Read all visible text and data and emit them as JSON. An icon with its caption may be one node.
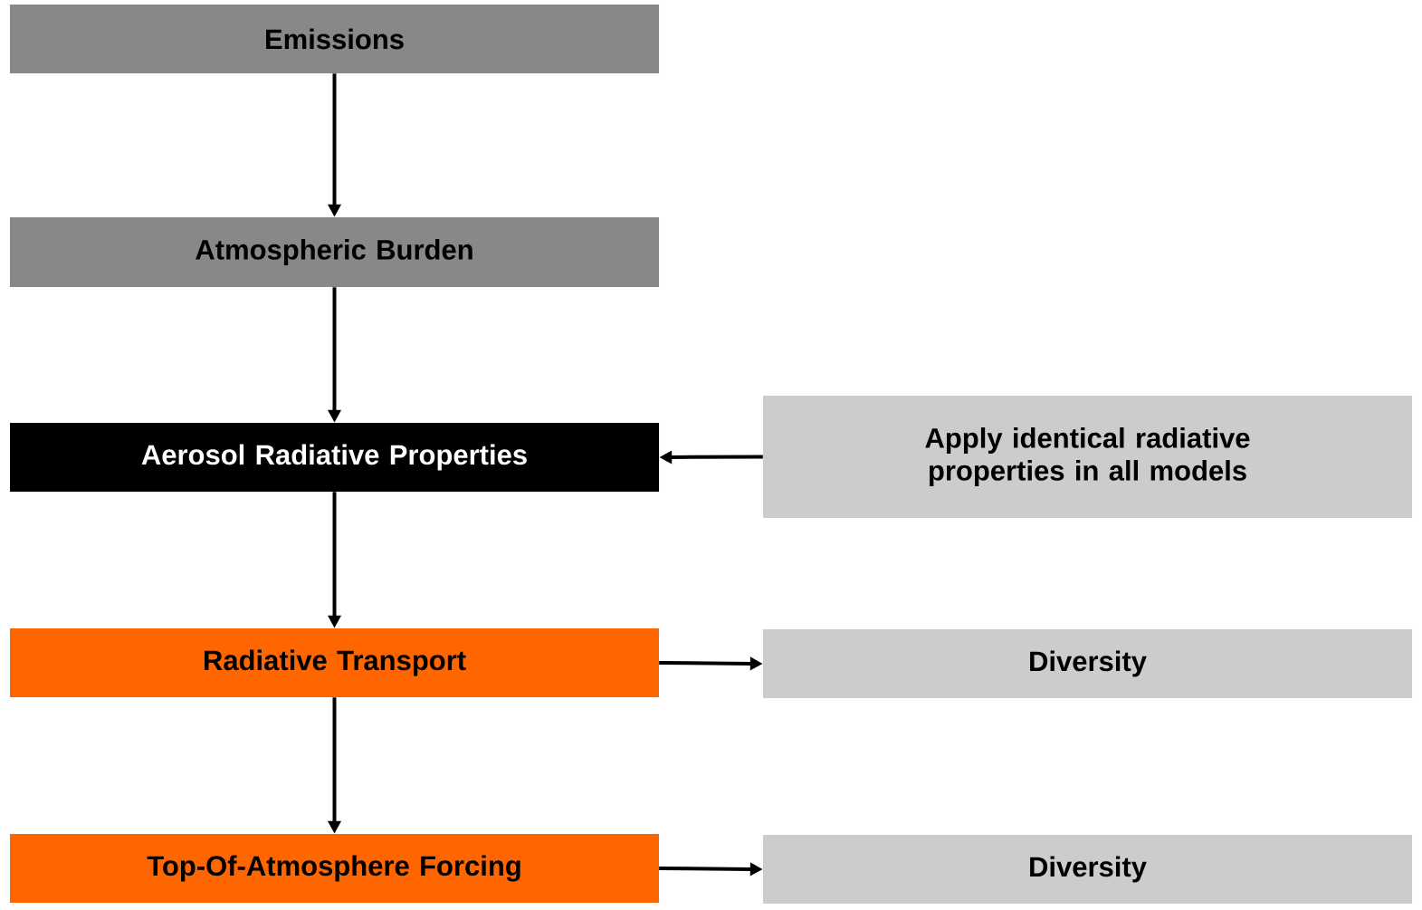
{
  "diagram": {
    "nodes": [
      {
        "text": [
          "Emissions"
        ]
      },
      {
        "text": [
          "Atmospheric Burden"
        ]
      },
      {
        "text": [
          "Aerosol Radiative Properties"
        ]
      },
      {
        "text": [
          "Apply identical radiative properties in all models"
        ]
      },
      {
        "text": [
          "Radiative Transport"
        ]
      },
      {
        "text": [
          "Diversity"
        ]
      },
      {
        "text": [
          "Top-Of-Atmosphere Forcing"
        ]
      },
      {
        "text": [
          "Diversity"
        ]
      }
    ],
    "edges": [
      {
        "from": 0,
        "to": 1,
        "arrow": "to"
      },
      {
        "from": 1,
        "to": 2,
        "arrow": "to"
      },
      {
        "from": 3,
        "to": 2,
        "arrow": "to"
      },
      {
        "from": 2,
        "to": 4,
        "arrow": "to"
      },
      {
        "from": 4,
        "to": 5,
        "arrow": "to"
      },
      {
        "from": 4,
        "to": 6,
        "arrow": "to"
      },
      {
        "from": 6,
        "to": 7,
        "arrow": "to"
      }
    ]
  }
}
